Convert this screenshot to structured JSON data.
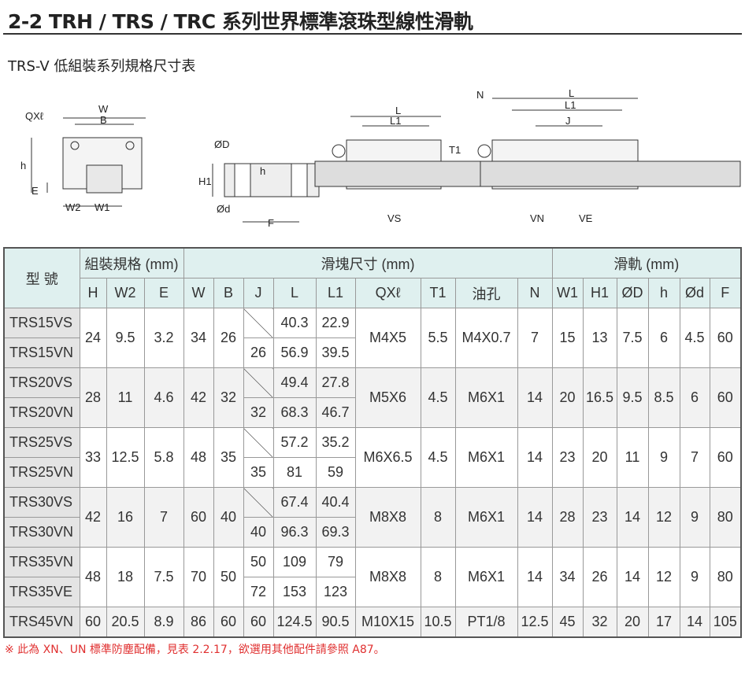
{
  "title": "2-2 TRH / TRS / TRC 系列世界標準滾珠型線性滑軌",
  "subtitle": "TRS-V 低組裝系列規格尺寸表",
  "diagram_labels": {
    "qxl": "QXℓ",
    "w": "W",
    "b": "B",
    "h": "h",
    "e": "E",
    "w2": "W2",
    "w1": "W1",
    "od": "ØD",
    "h1": "H1",
    "od_small": "Ød",
    "f": "F",
    "l": "L",
    "l1": "L1",
    "t1": "T1",
    "n": "N",
    "j": "J",
    "vs": "VS",
    "vn": "VN",
    "ve": "VE"
  },
  "table": {
    "header_model": "型 號",
    "group_assembly": "組裝規格 (mm)",
    "group_block": "滑塊尺寸 (mm)",
    "group_rail": "滑軌 (mm)",
    "columns": [
      "H",
      "W2",
      "E",
      "W",
      "B",
      "J",
      "L",
      "L1",
      "QXℓ",
      "T1",
      "油孔",
      "N",
      "W1",
      "H1",
      "ØD",
      "h",
      "Ød",
      "F"
    ],
    "groups": [
      {
        "models": [
          "TRS15VS",
          "TRS15VN"
        ],
        "H": "24",
        "W2": "9.5",
        "E": "3.2",
        "W": "34",
        "B": "26",
        "J": [
          "",
          "26"
        ],
        "L": [
          "40.3",
          "56.9"
        ],
        "L1": [
          "22.9",
          "39.5"
        ],
        "QX": "M4X5",
        "T1": "5.5",
        "oil": "M4X0.7",
        "N": "7",
        "W1": "15",
        "H1": "13",
        "OD": "7.5",
        "h": "6",
        "Od": "4.5",
        "F": "60"
      },
      {
        "models": [
          "TRS20VS",
          "TRS20VN"
        ],
        "H": "28",
        "W2": "11",
        "E": "4.6",
        "W": "42",
        "B": "32",
        "J": [
          "",
          "32"
        ],
        "L": [
          "49.4",
          "68.3"
        ],
        "L1": [
          "27.8",
          "46.7"
        ],
        "QX": "M5X6",
        "T1": "4.5",
        "oil": "M6X1",
        "N": "14",
        "W1": "20",
        "H1": "16.5",
        "OD": "9.5",
        "h": "8.5",
        "Od": "6",
        "F": "60"
      },
      {
        "models": [
          "TRS25VS",
          "TRS25VN"
        ],
        "H": "33",
        "W2": "12.5",
        "E": "5.8",
        "W": "48",
        "B": "35",
        "J": [
          "",
          "35"
        ],
        "L": [
          "57.2",
          "81"
        ],
        "L1": [
          "35.2",
          "59"
        ],
        "QX": "M6X6.5",
        "T1": "4.5",
        "oil": "M6X1",
        "N": "14",
        "W1": "23",
        "H1": "20",
        "OD": "11",
        "h": "9",
        "Od": "7",
        "F": "60"
      },
      {
        "models": [
          "TRS30VS",
          "TRS30VN"
        ],
        "H": "42",
        "W2": "16",
        "E": "7",
        "W": "60",
        "B": "40",
        "J": [
          "",
          "40"
        ],
        "L": [
          "67.4",
          "96.3"
        ],
        "L1": [
          "40.4",
          "69.3"
        ],
        "QX": "M8X8",
        "T1": "8",
        "oil": "M6X1",
        "N": "14",
        "W1": "28",
        "H1": "23",
        "OD": "14",
        "h": "12",
        "Od": "9",
        "F": "80"
      },
      {
        "models": [
          "TRS35VN",
          "TRS35VE"
        ],
        "H": "48",
        "W2": "18",
        "E": "7.5",
        "W": "70",
        "B": "50",
        "J": [
          "50",
          "72"
        ],
        "L": [
          "109",
          "153"
        ],
        "L1": [
          "79",
          "123"
        ],
        "QX": "M8X8",
        "T1": "8",
        "oil": "M6X1",
        "N": "14",
        "W1": "34",
        "H1": "26",
        "OD": "14",
        "h": "12",
        "Od": "9",
        "F": "80"
      },
      {
        "models": [
          "TRS45VN"
        ],
        "H": "60",
        "W2": "20.5",
        "E": "8.9",
        "W": "86",
        "B": "60",
        "J": [
          "60"
        ],
        "L": [
          "124.5"
        ],
        "L1": [
          "90.5"
        ],
        "QX": "M10X15",
        "T1": "10.5",
        "oil": "PT1/8",
        "N": "12.5",
        "W1": "45",
        "H1": "32",
        "OD": "20",
        "h": "17",
        "Od": "14",
        "F": "105"
      }
    ]
  },
  "note": "※ 此為 XN、UN 標準防塵配備，見表 2.2.17，欲選用其他配件請參照 A87。"
}
